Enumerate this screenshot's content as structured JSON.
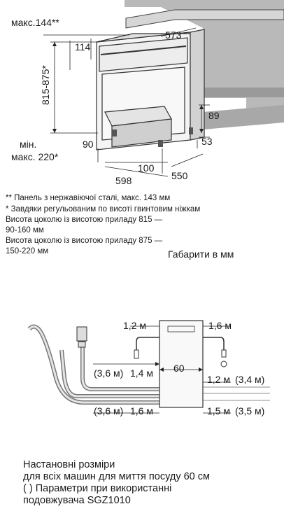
{
  "top_drawing": {
    "dims": {
      "max_144": "макс.144**",
      "d114": "114",
      "d573": "573",
      "range": "815-875*",
      "d89": "89",
      "d53": "53",
      "min": "мін.",
      "d90": "90",
      "max_220": "макс. 220*",
      "d100": "100",
      "d598": "598",
      "d550": "550"
    },
    "notes": [
      "** Панель з нержавіючої сталі, макс. 143 мм",
      "* Завдяки регульованим по висоті гвинтовим ніжкам",
      "  Висота цоколю із висотою приладу 815 —",
      "  90-160 мм",
      "  Висота цоколю із висотою приладу 875 —",
      "  150-220 мм"
    ],
    "units_label": "Габарити в мм"
  },
  "bottom_drawing": {
    "dims": {
      "left_1_2": "1,2 м",
      "right_1_6": "1,6 м",
      "inner_3_6": "(3,6 м)",
      "inner_1_4": "1,4 м",
      "width_60": "60",
      "right_1_2": "1,2 м",
      "right_3_4": "(3,4 м)",
      "outer_3_6": "(3,6 м)",
      "outer_1_6": "1,6 м",
      "right_1_5": "1,5 м",
      "right_3_5": "(3,5 м)"
    },
    "caption": [
      "Настановні розміри",
      "для всіх машин для миття посуду 60 см",
      "( ) Параметри при використанні",
      "подовжувача SGZ1010"
    ]
  }
}
